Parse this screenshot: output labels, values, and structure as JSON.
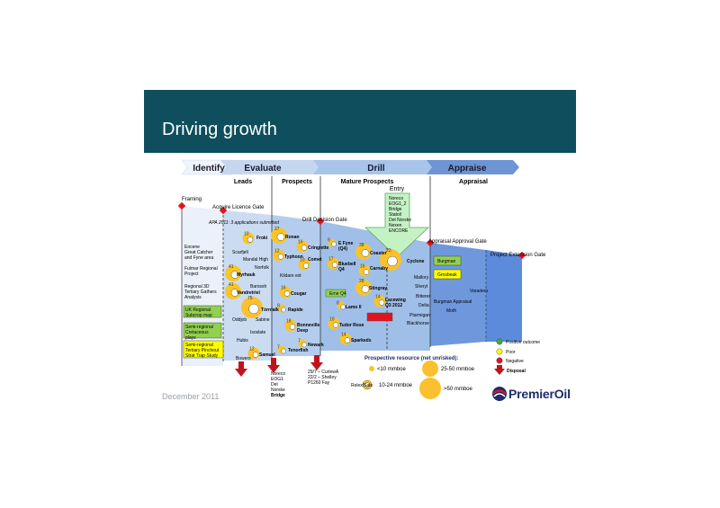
{
  "title": "Driving growth",
  "footer_date": "December 2011",
  "logo_text": "PremierOil",
  "colors": {
    "header_bg": "#0e4e5d",
    "chevron_identify": "#f0f4fa",
    "chevron_evaluate": "#c4d7ef",
    "chevron_drill": "#a7c5ea",
    "chevron_appraise": "#6d95d3",
    "funnel_lightest": "#eaf1fa",
    "funnel_light": "#cbdcf2",
    "funnel_mid": "#9fbfe8",
    "funnel_dark": "#5b8bda",
    "bubble": "#f8c528",
    "bubble_large": "#fbc02d",
    "gate": "#e1141e",
    "green_box": "#92d050",
    "yellow_box": "#ffff00",
    "red_box": "#e1141e",
    "entry_arrow": "#c5f2c5",
    "dashed_line": "#333333"
  },
  "stages": [
    {
      "label": "Identify"
    },
    {
      "label": "Evaluate"
    },
    {
      "label": "Drill"
    },
    {
      "label": "Appraise"
    }
  ],
  "columns": [
    {
      "label": "Leads"
    },
    {
      "label": "Prospects"
    },
    {
      "label": "Mature Prospects"
    },
    {
      "label": "Appraisal"
    }
  ],
  "gates": [
    {
      "label": "Framing"
    },
    {
      "label": "Acquire Licence Gate"
    },
    {
      "label": "Drill Decision Gate"
    },
    {
      "label": "Appraisal Approval Gate"
    },
    {
      "label": "Project Extension Gate"
    }
  ],
  "entry": {
    "label": "Entry",
    "items": [
      "Noreco",
      "EOG1_2",
      "Bridge",
      "Statoil",
      "Det Norske",
      "Nexen",
      "ENCORE"
    ]
  },
  "notes": {
    "apa": "APA 2011: 3 applications submitted",
    "disp1": [
      "Noreco",
      "EOG1",
      "Det",
      "Norske",
      "Bridge"
    ],
    "disp2": [
      "29/7 – CurlewA",
      "22/2 – Shelley",
      "P1260 Fay"
    ]
  },
  "left_labels": [
    {
      "text": "Eocene\nGreat Catcher\nand Fyne area"
    },
    {
      "text": "Fulmar Regional\nProject"
    },
    {
      "text": "Regional 3D\nTertiary Gathers\nAnalysis"
    }
  ],
  "left_boxes": [
    {
      "text": "UK Regional\nSubcrop map",
      "kind": "green"
    },
    {
      "text": "Semi-regional\nCretaceous\nplays",
      "kind": "green"
    },
    {
      "text": "Semi-regional\nTertiary Pinchout\nStrat Trap Study",
      "kind": "yellow"
    }
  ],
  "items": [
    {
      "name": "Froki",
      "n": "10"
    },
    {
      "name": "Scarfjell",
      "n": ""
    },
    {
      "name": "Mandal High",
      "n": ""
    },
    {
      "name": "Norfolk",
      "n": ""
    },
    {
      "name": "Myrhauk",
      "n": "41"
    },
    {
      "name": "Barossh",
      "n": ""
    },
    {
      "name": "Vandretriel",
      "n": "41"
    },
    {
      "name": "Tórnfalk",
      "n": "75"
    },
    {
      "name": "Oddjob",
      "n": ""
    },
    {
      "name": "Sabine",
      "n": ""
    },
    {
      "name": "Isoslate",
      "n": ""
    },
    {
      "name": "Hubis",
      "n": ""
    },
    {
      "name": "Samuel",
      "n": "12"
    },
    {
      "name": "Bowers",
      "n": ""
    },
    {
      "name": "Ronan",
      "n": "27"
    },
    {
      "name": "Typhoon",
      "n": "12"
    },
    {
      "name": "Cringlette",
      "n": "16"
    },
    {
      "name": "Comet",
      "n": "10"
    },
    {
      "name": "Kildare ext",
      "n": ""
    },
    {
      "name": "Cougar",
      "n": "16"
    },
    {
      "name": "Rapide",
      "n": "8"
    },
    {
      "name": "Bonneville\nDeep",
      "n": "18"
    },
    {
      "name": "Newark",
      "n": "7"
    },
    {
      "name": "Tenorfish",
      "n": "7"
    },
    {
      "name": "E Fyne\n(Q4)",
      "n": "9"
    },
    {
      "name": "Coaster",
      "n": "38"
    },
    {
      "name": "Cyclone",
      "n": "23"
    },
    {
      "name": "Bluebell\nQ4",
      "n": "17"
    },
    {
      "name": "Carnaby",
      "n": "16"
    },
    {
      "name": "Mallory",
      "n": ""
    },
    {
      "name": "Stingray",
      "n": "28"
    },
    {
      "name": "Sheryl",
      "n": ""
    },
    {
      "name": "Lacewing\nQ3 2012",
      "n": "14"
    },
    {
      "name": "Lamo II",
      "n": "8"
    },
    {
      "name": "Tudor Rose",
      "n": "10"
    },
    {
      "name": "Sparkeds",
      "n": "14"
    },
    {
      "name": "Bitterer",
      "n": ""
    },
    {
      "name": "Delta",
      "n": ""
    },
    {
      "name": "Ptarmigan",
      "n": ""
    },
    {
      "name": "Blackhorse",
      "n": ""
    },
    {
      "name": "Erne Q4",
      "n": ""
    },
    {
      "name": "Burgman Appraisal",
      "n": ""
    },
    {
      "name": "Moth",
      "n": ""
    },
    {
      "name": "Varadero",
      "n": ""
    },
    {
      "name": "Burgman",
      "n": ""
    },
    {
      "name": "Grosbeak",
      "n": ""
    }
  ],
  "legend": {
    "title": "Prospective resource (net unrisked):",
    "sizes": [
      {
        "label": "<10 mmboe"
      },
      {
        "label": "10-24 mmboe"
      },
      {
        "label": "25-50 mmboe"
      },
      {
        "label": ">50 mmboe"
      }
    ],
    "outcomes": [
      {
        "label": "Positive outcome"
      },
      {
        "label": "Poor"
      },
      {
        "label": "Negative"
      },
      {
        "label": "Disposal"
      }
    ],
    "relax_label": "Relex/Sale"
  }
}
